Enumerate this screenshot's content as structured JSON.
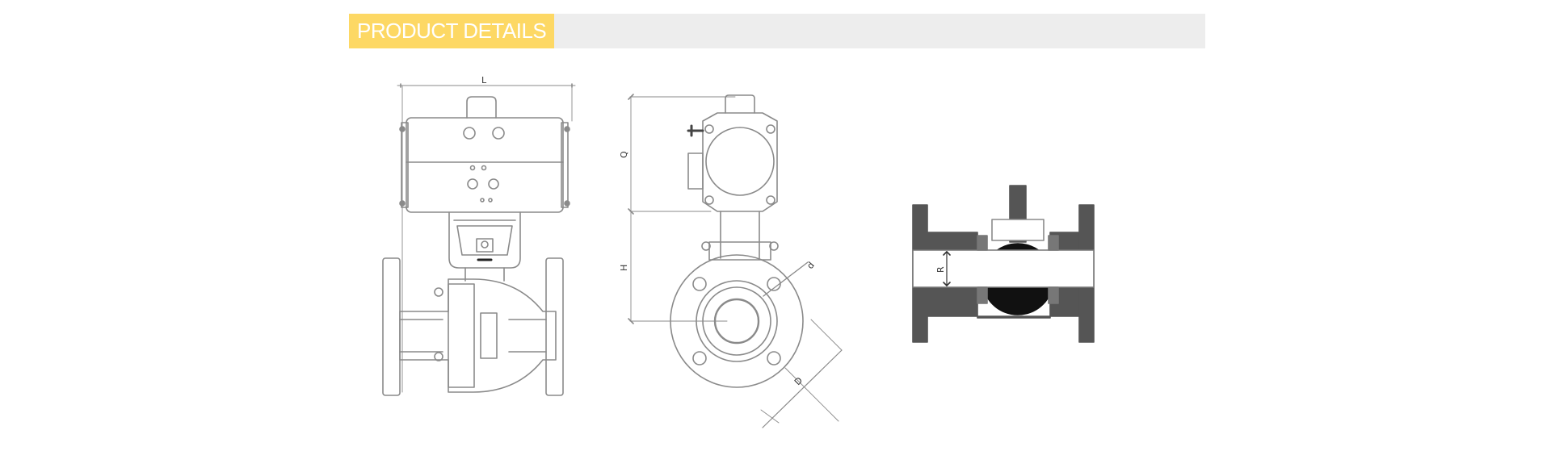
{
  "header": {
    "title": "PRODUCT DETAILS"
  },
  "colors": {
    "accent": "#fdd864",
    "header_bg": "#ededed",
    "line": "#888888",
    "dark_fill": "#111111"
  },
  "dimensions": {
    "front_width_label": "L",
    "side_height_actuator_label": "Q",
    "side_height_center_label": "H",
    "side_flange_dia_label": "D",
    "side_bolt_label": "d",
    "section_bore_label": "R"
  }
}
